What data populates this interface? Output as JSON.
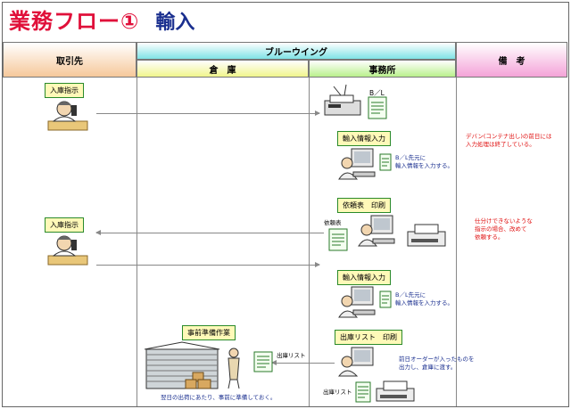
{
  "title": {
    "main": "業務フロー①",
    "sub": "輸入"
  },
  "headers": {
    "partner": "取引先",
    "company": "ブルーウイング",
    "warehouse": "倉　庫",
    "office": "事務所",
    "notes": "備　考"
  },
  "partner": {
    "box1": "入庫指示",
    "box2": "入庫指示"
  },
  "office": {
    "bl_label": "B／L",
    "box_import1": "輸入情報入力",
    "bl_text": [
      "B／L先元に",
      "輸入情報を入力する。"
    ],
    "box_print": "依頼表　印刷",
    "request_label": "依頼表",
    "box_import2": "輸入情報入力",
    "bl_text2": [
      "B／L先元に",
      "輸入情報を入力する。"
    ],
    "box_list": "出庫リスト　印刷",
    "order_text": [
      "前日オーダーが入ったものを",
      "出力し、倉庫に渡す。"
    ],
    "list_label": "出庫リスト"
  },
  "warehouse": {
    "box_prep": "事前準備作業",
    "list_label": "出庫リスト",
    "bottom_text": "翌日の出荷にあたり、事前に準備しておく。"
  },
  "notes": {
    "note1": [
      "デバン(コンテナ出し)の前日には",
      "入力処理は終了している。"
    ],
    "note2": [
      "仕分けできないような",
      "指示の場合、改めて",
      "依頼する。"
    ]
  },
  "colors": {
    "title_red": "#e0103a",
    "title_blue": "#1a2f8f",
    "note_red": "#e01010"
  }
}
